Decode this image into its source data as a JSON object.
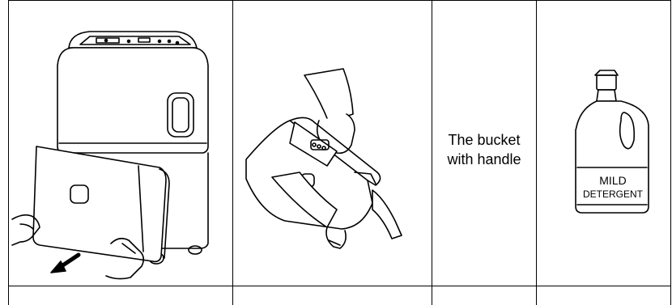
{
  "panels": [
    {
      "id": "remove-bucket",
      "icon": "dehumidifier-remove-bucket"
    },
    {
      "id": "clean-bucket",
      "icon": "hands-wiping-bucket"
    },
    {
      "id": "bucket-caption",
      "caption_line1": "The bucket",
      "caption_line2": "with handle"
    },
    {
      "id": "detergent",
      "icon": "detergent-bottle",
      "label_line1": "MILD",
      "label_line2": "DETERGENT"
    }
  ]
}
